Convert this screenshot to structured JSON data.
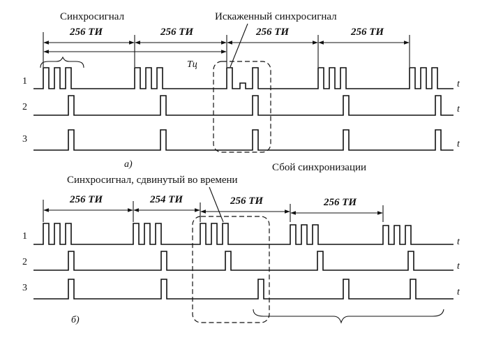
{
  "panel_a": {
    "label": "а)",
    "annot_sync": "Синхросигнал",
    "annot_distorted": "Искаженный синхросигнал",
    "annot_failure": "Сбой синхронизации",
    "period_label": "Tц",
    "intervals": [
      "256 ТИ",
      "256 ТИ",
      "256 ТИ",
      "256 ТИ"
    ],
    "rows": [
      {
        "num": "1",
        "t": "t"
      },
      {
        "num": "2",
        "t": "t"
      },
      {
        "num": "3",
        "t": "t"
      }
    ]
  },
  "panel_b": {
    "label": "б)",
    "annot_shifted": "Синхросигнал, сдвинутый во времени",
    "intervals": [
      "256 ТИ",
      "254 ТИ",
      "256 ТИ",
      "256 ТИ"
    ],
    "rows": [
      {
        "num": "1",
        "t": "t"
      },
      {
        "num": "2",
        "t": "t"
      },
      {
        "num": "3",
        "t": "t"
      }
    ]
  }
}
